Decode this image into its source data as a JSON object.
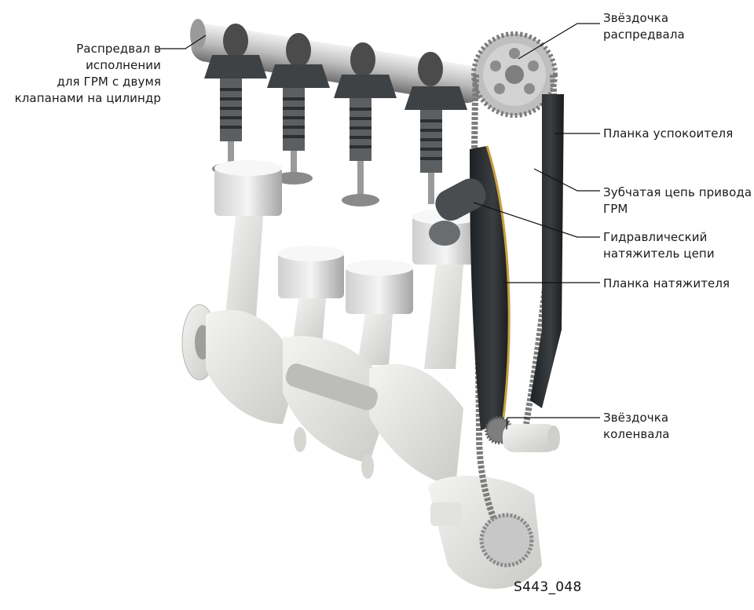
{
  "labels": {
    "camshaft": "Распредвал в исполнении\nдля ГРМ с двумя\nклапанами на цилиндр",
    "cam_sprocket": "Звёздочка\nраспредвала",
    "guide_rail": "Планка успокоителя",
    "timing_chain": "Зубчатая цепь привода\nГРМ",
    "hydraulic_tensioner": "Гидравлический\nнатяжитель цепи",
    "tensioner_rail": "Планка натяжителя",
    "crank_sprocket": "Звёздочка\nколенвала"
  },
  "figure_code": "S443_048",
  "colors": {
    "metal_light": "#dcdcdc",
    "metal_mid": "#a8a8a8",
    "metal_dark": "#5a5a5a",
    "rail_dark": "#2a2d2f",
    "rail_accent": "#c8a040",
    "leader_line": "#111111"
  }
}
